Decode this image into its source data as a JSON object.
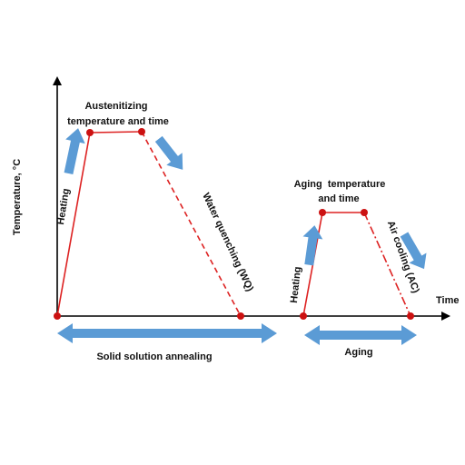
{
  "axes": {
    "y_label": "Temperature, °C",
    "x_label": "Time"
  },
  "stages": {
    "annealing": {
      "heating_label": "Heating",
      "hold_label_line1": "Austenitizing",
      "hold_label_line2": "temperature and time",
      "cooling_label": "Water quenching (WQ)",
      "span_label": "Solid solution annealing"
    },
    "aging": {
      "heating_label": "Heating",
      "hold_label_line1": "Aging  temperature",
      "hold_label_line2": "and time",
      "cooling_label": "Air cooling (AC)",
      "span_label": "Aging"
    }
  },
  "colors": {
    "curve": "#dd2222",
    "point": "#cc1111",
    "arrow": "#5b9bd5",
    "axis": "#000000"
  }
}
